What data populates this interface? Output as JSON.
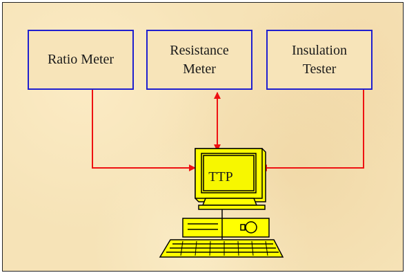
{
  "diagram": {
    "nodes": {
      "ratio_meter": "Ratio Meter",
      "resistance_meter": "Resistance\nMeter",
      "insulation_tester": "Insulation\nTester",
      "ttp": "TTP"
    },
    "edges": [
      {
        "from": "ratio_meter",
        "to": "ttp",
        "direction": "one-way"
      },
      {
        "from": "resistance_meter",
        "to": "ttp",
        "direction": "two-way"
      },
      {
        "from": "insulation_tester",
        "to": "ttp",
        "direction": "one-way"
      }
    ],
    "colors": {
      "box_border": "#1f1fcf",
      "arrow": "#ee1111",
      "computer": "#ffff00",
      "background": "#f6e3b7"
    }
  }
}
